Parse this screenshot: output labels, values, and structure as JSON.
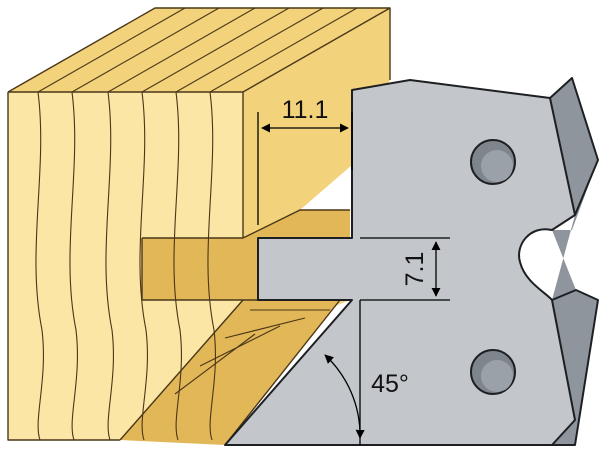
{
  "diagram": {
    "dimensions": {
      "groove_depth": "11.1",
      "tongue_height": "7.1",
      "bevel_angle": "45°"
    },
    "colors": {
      "wood_light": "#fbe6a6",
      "wood_mid": "#f3d27c",
      "wood_dark": "#e2b757",
      "grain_line": "#4a3718",
      "cutter_face": "#c3c7cc",
      "cutter_side": "#8f959c",
      "cutter_edge": "#1d1f22",
      "hole_fill": "#7f858c",
      "dim_line": "#000000"
    }
  }
}
